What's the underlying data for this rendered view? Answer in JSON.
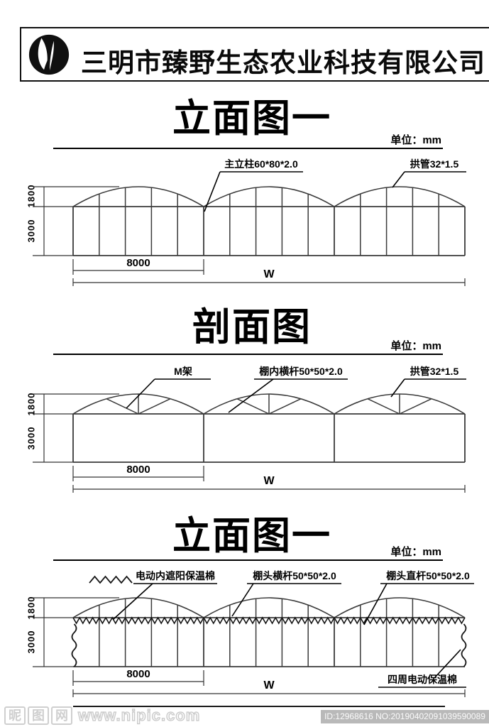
{
  "header": {
    "company_name": "三明市臻野生态农业科技有限公司",
    "logo": "leaf-sprout-logo"
  },
  "sections": [
    {
      "title": "立面图一",
      "unit_label": "单位：mm",
      "annotations": [
        "主立柱60*80*2.0",
        "拱管32*1.5"
      ],
      "dimensions": {
        "arch_height": "1800",
        "wall_height": "3000",
        "bay_width": "8000",
        "total_width": "W"
      }
    },
    {
      "title": "剖面图",
      "unit_label": "单位：mm",
      "annotations": [
        "M架",
        "棚内横杆50*50*2.0",
        "拱管32*1.5"
      ],
      "dimensions": {
        "arch_height": "1800",
        "wall_height": "3000",
        "bay_width": "8000",
        "total_width": "W"
      }
    },
    {
      "title": "立面图一",
      "unit_label": "单位：mm",
      "annotations": [
        "电动内遮阳保温棉",
        "棚头横杆50*50*2.0",
        "棚头直杆50*50*2.0",
        "四周电动保温棉"
      ],
      "dimensions": {
        "arch_height": "1800",
        "wall_height": "3000",
        "bay_width": "8000",
        "total_width": "W"
      }
    }
  ],
  "watermark": {
    "site_chars": [
      "昵",
      "图",
      "网"
    ],
    "site_url": "www.nipic.com",
    "id_label": "ID:12968616 NO:20190402091039590089"
  },
  "colors": {
    "structure_line": "#3a3a3a",
    "dimension_line": "#333333",
    "annotation_line": "#000000",
    "watermark_gray": "#cfcfcf",
    "id_bar_bg": "#b9b9b9"
  }
}
